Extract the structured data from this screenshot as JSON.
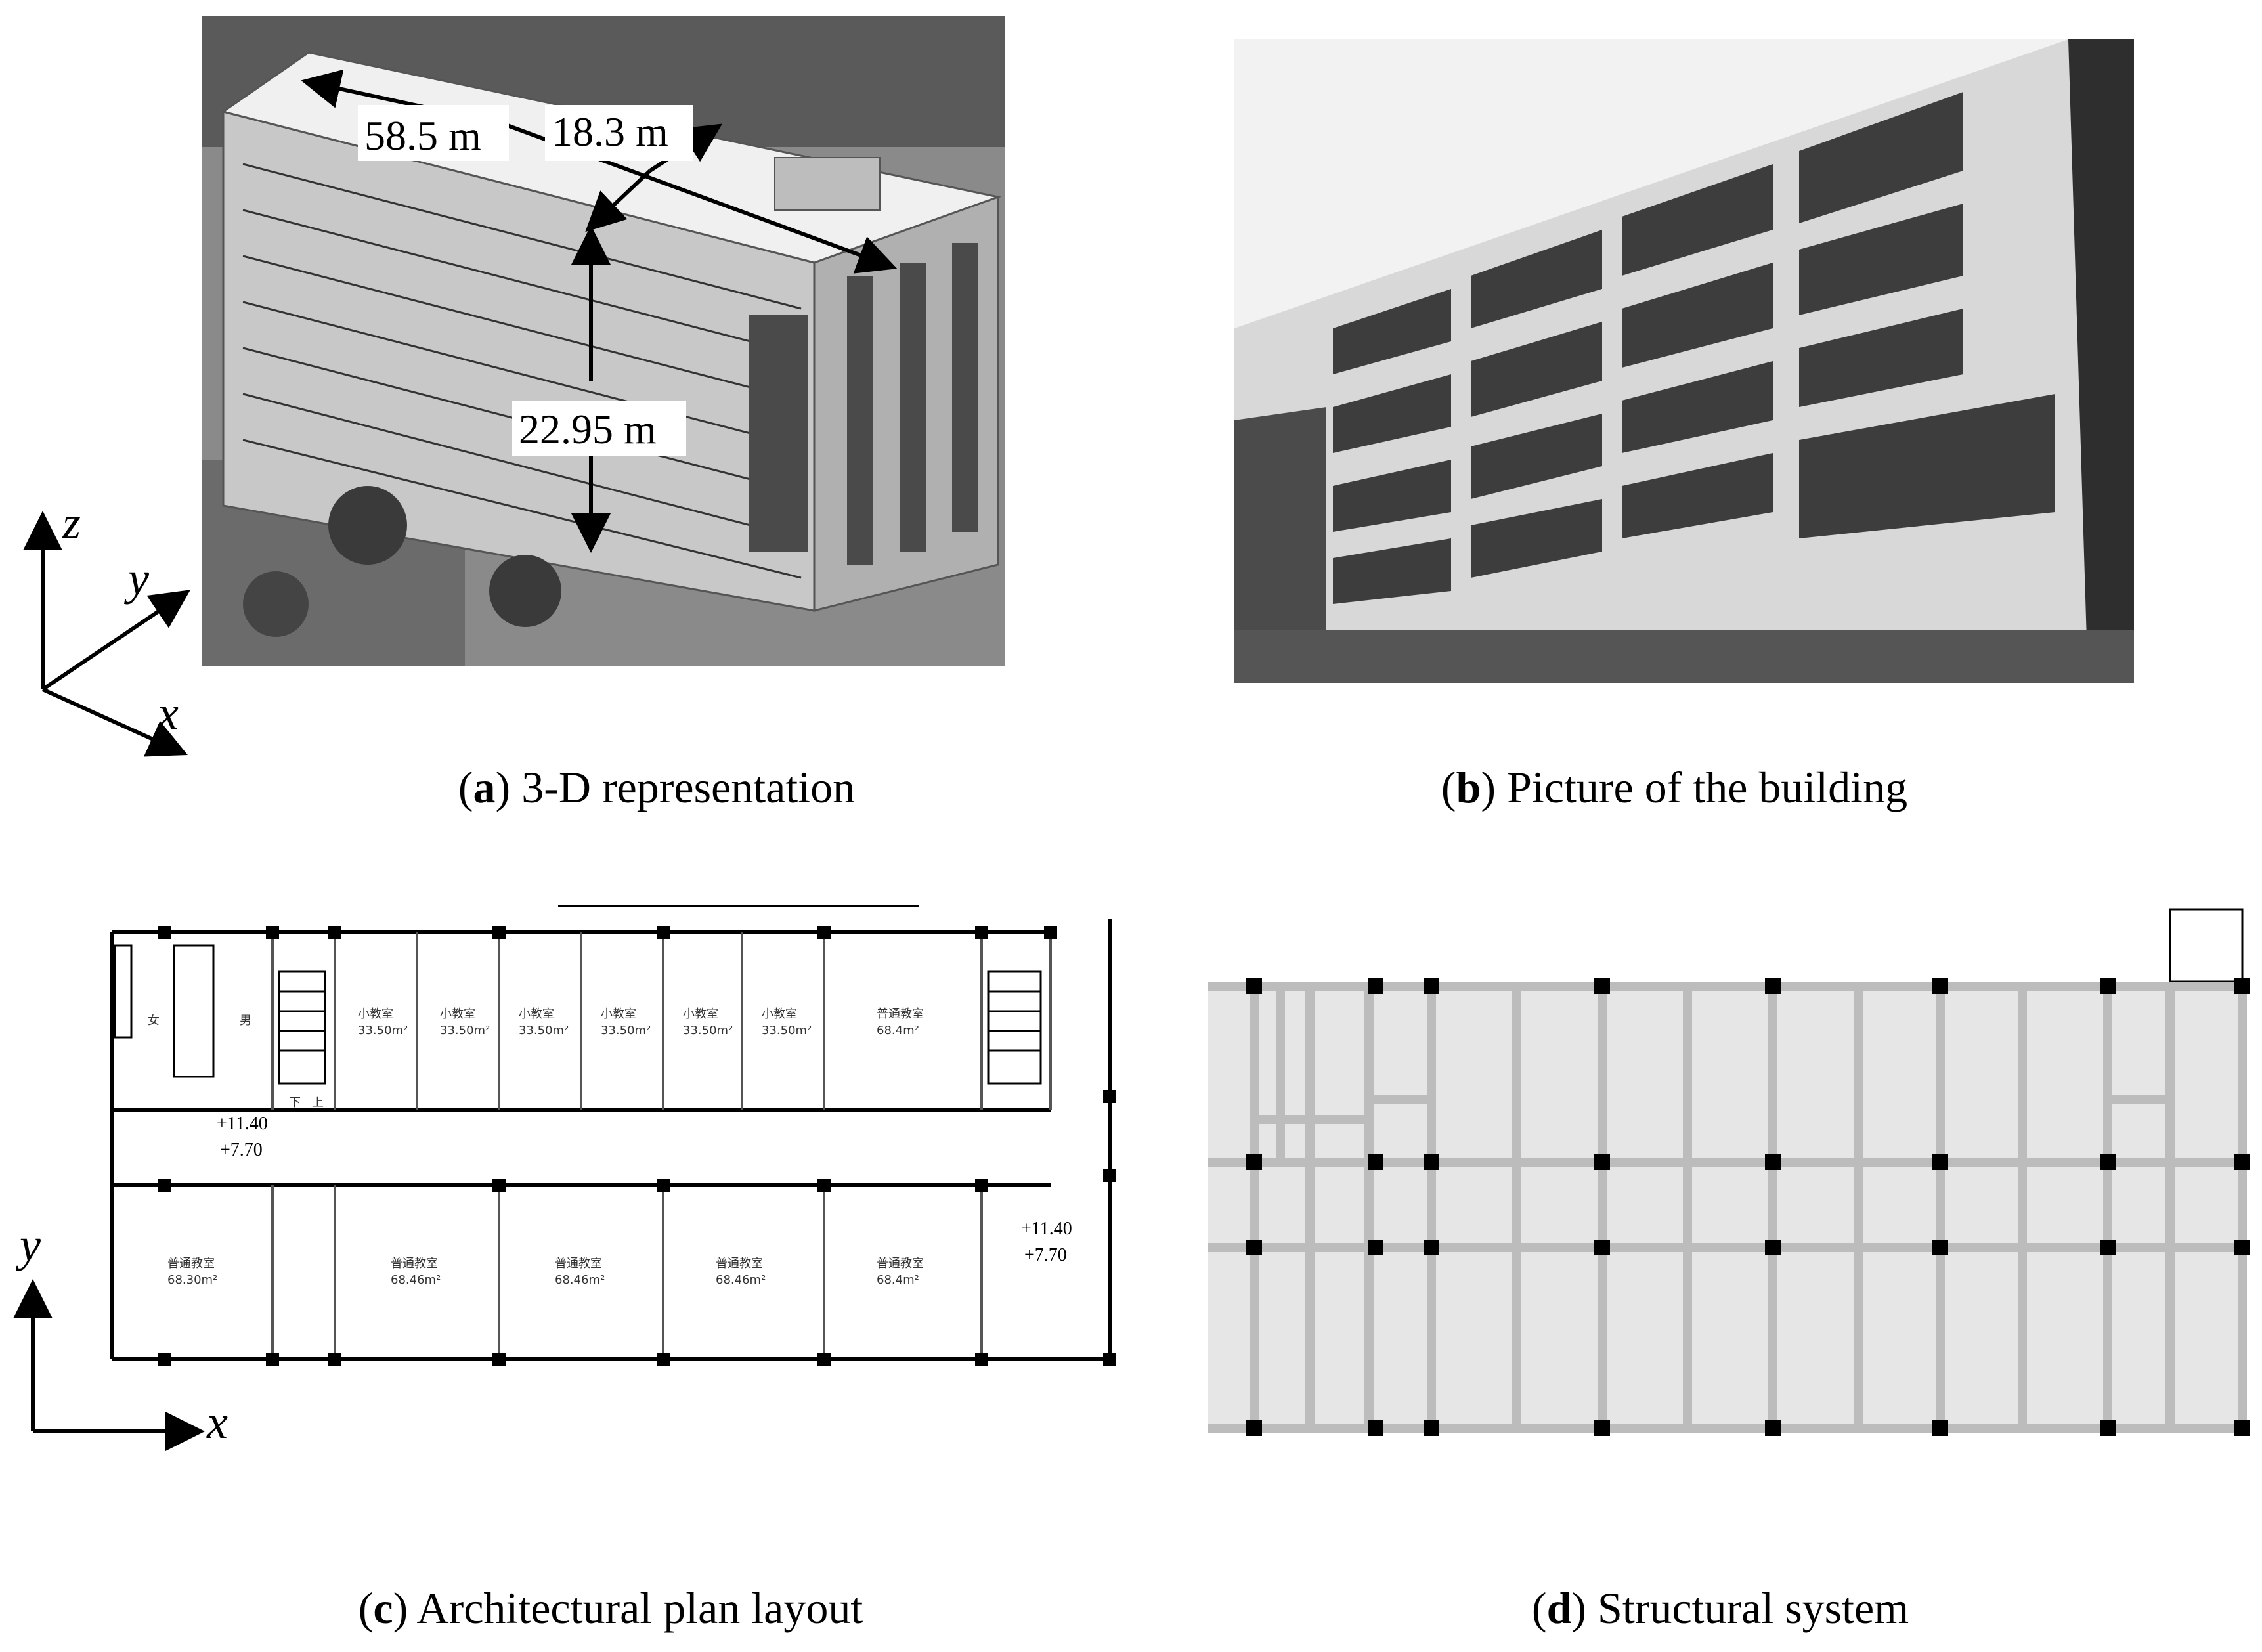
{
  "panels": {
    "a": {
      "letter": "a",
      "caption": "3-D representation",
      "dimensions": {
        "length": "58.5 m",
        "width": "18.3 m",
        "height": "22.95 m"
      },
      "axes": {
        "z": "z",
        "y": "y",
        "x": "x"
      }
    },
    "b": {
      "letter": "b",
      "caption": "Picture of the building"
    },
    "c": {
      "letter": "c",
      "caption": "Architectural plan layout",
      "axes": {
        "y": "y",
        "x": "x"
      },
      "rooms_top": [
        {
          "name": "小教室",
          "area": "33.50m²"
        },
        {
          "name": "小教室",
          "area": "33.50m²"
        },
        {
          "name": "小教室",
          "area": "33.50m²"
        },
        {
          "name": "小教室",
          "area": "33.50m²"
        },
        {
          "name": "小教室",
          "area": "33.50m²"
        },
        {
          "name": "小教室",
          "area": "33.50m²"
        },
        {
          "name": "普通教室",
          "area": "68.4m²"
        }
      ],
      "rooms_bottom": [
        {
          "name": "普通教室",
          "area": "68.30m²"
        },
        {
          "name": "普通教室",
          "area": "68.46m²"
        },
        {
          "name": "普通教室",
          "area": "68.46m²"
        },
        {
          "name": "普通教室",
          "area": "68.46m²"
        },
        {
          "name": "普通教室",
          "area": "68.4m²"
        }
      ],
      "toilet_labels": {
        "female": "女",
        "male": "男"
      },
      "stair_labels": {
        "down": "下",
        "up": "上"
      },
      "elevations": {
        "upper": "+11.40",
        "lower": "+7.70"
      }
    },
    "d": {
      "letter": "d",
      "caption": "Structural system"
    }
  }
}
